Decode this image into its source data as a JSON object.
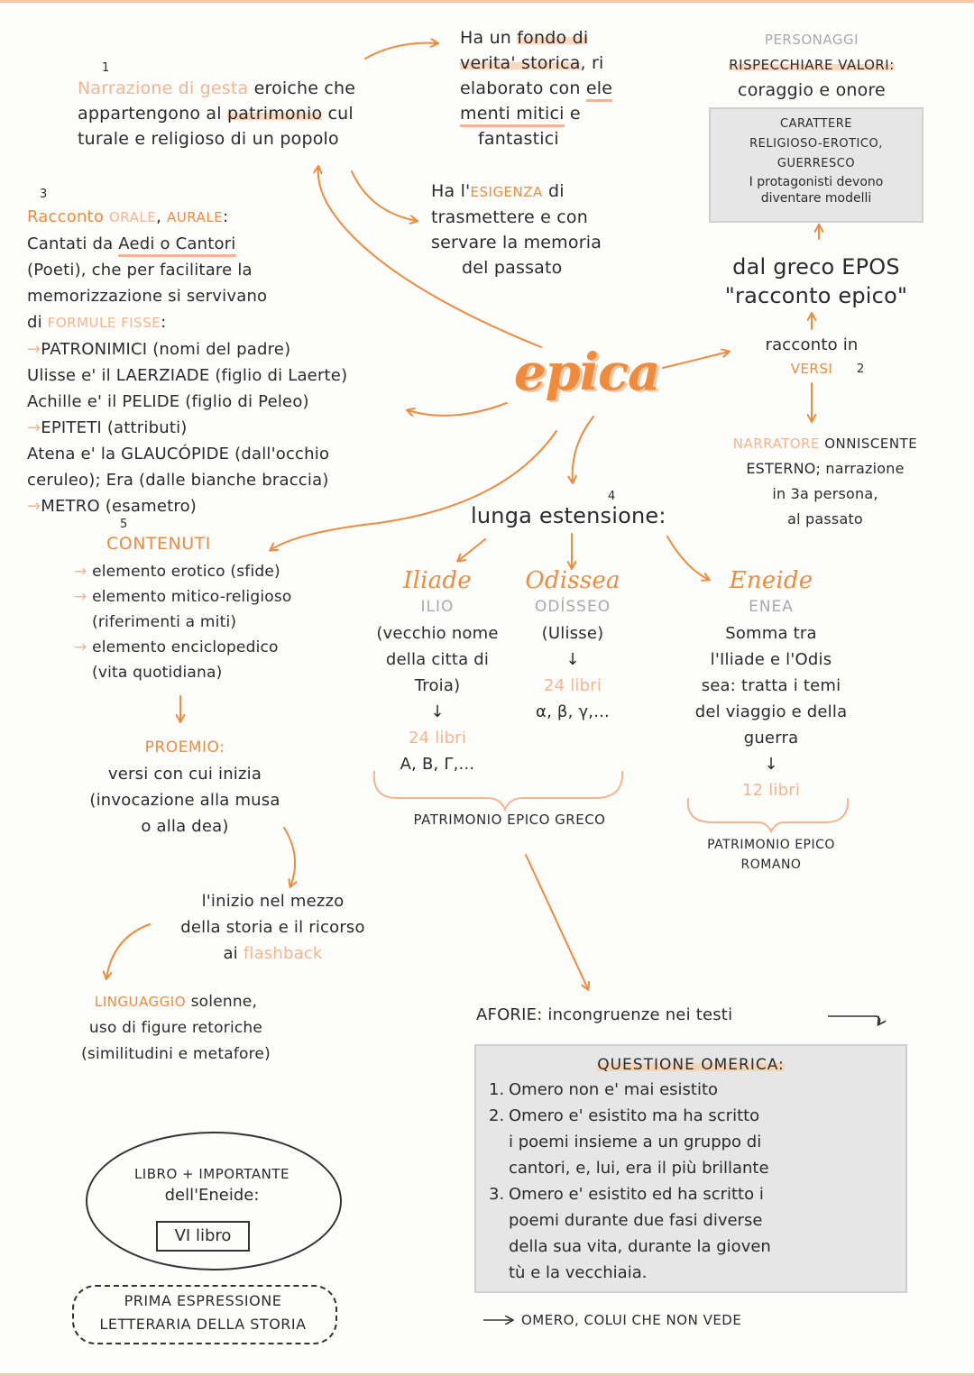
{
  "page": {
    "colors": {
      "accent": "#f08a3c",
      "accent_light": "#f6b48c",
      "grey_text": "#a9a9a9",
      "grey_box": "#e6e6e6",
      "ink": "#2b2b2b"
    }
  },
  "center": {
    "title": "epica"
  },
  "section1": {
    "number": "1",
    "highlight": "Narrazione di gesta",
    "line1_rest": " eroiche che",
    "line2_pre": "appartengono al ",
    "line2_ul": "patrimonio",
    "line2_post": " cul",
    "line3": "turale e religioso di un popolo"
  },
  "verita": {
    "line1_pre": "Ha un ",
    "line1_hl": "fondo di",
    "line2_hl": "verita' storica",
    "line2_post": ", ri",
    "line3_pre": "elaborato con ",
    "line3_ul": "ele",
    "line4_ul": "menti mitici",
    "line4_post": " e",
    "line5": "fantastici"
  },
  "esigenza": {
    "line1_pre": "Ha l'",
    "line1_or": "ESIGENZA",
    "line1_post": " di",
    "line2": "trasmettere e con",
    "line3": "servare la memoria",
    "line4": "del passato"
  },
  "personaggi": {
    "title": "PERSONAGGI",
    "subtitle": "RISPECCHIARE VALORI:",
    "values": "coraggio e onore",
    "box": {
      "line1": "CARATTERE",
      "line2": "RELIGIOSO-EROTICO,",
      "line3": "GUERRESCO",
      "line4": "I protagonisti devono",
      "line5": "diventare modelli"
    }
  },
  "epos": {
    "line1": "dal greco EPOS",
    "line2": "\"racconto epico\""
  },
  "versi": {
    "line1": "racconto in",
    "line2": "VERSI",
    "number": "2"
  },
  "narratore": {
    "line1_or": "NARRATORE",
    "line1_post": " ONNISCENTE",
    "line2": "ESTERNO; narrazione",
    "line3": "in 3a persona,",
    "line4": "al passato"
  },
  "section3": {
    "number": "3",
    "title_or": "Racconto",
    "title_orale": "ORALE",
    "title_sep": ", ",
    "title_aurale": "AURALE",
    "title_colon": ":",
    "line1_pre": "Cantati da ",
    "line1_ul": "Aedi o Cantori",
    "line2": "(Poeti), che per facilitare la",
    "line3": "memorizzazione si servivano",
    "line4_pre": "di ",
    "line4_or": "FORMULE FISSE",
    "line4_post": ":",
    "items": [
      {
        "arrow": "→",
        "text": "PATRONIMICI  (nomi del padre)"
      },
      {
        "arrow": "",
        "text": "Ulisse e' il LAERZIADE (figlio di Laerte)"
      },
      {
        "arrow": "",
        "text": "Achille e' il PELIDE (figlio di Peleo)"
      },
      {
        "arrow": "→",
        "text": "EPITETI (attributi)"
      },
      {
        "arrow": "",
        "text": "Atena e' la GLAUCÓPIDE (dall'occhio"
      },
      {
        "arrow": "",
        "text": "ceruleo); Era (dalle bianche braccia)"
      },
      {
        "arrow": "→",
        "text": "METRO (esametro)"
      }
    ]
  },
  "section4": {
    "number": "4",
    "title": "lunga estensione:"
  },
  "works": {
    "iliade": {
      "title": "Iliade",
      "sub": "ILIO",
      "desc1": "(vecchio nome",
      "desc2": "della citta di",
      "desc3": "Troia)",
      "arrow": "↓",
      "books": "24 libri",
      "letters": "A, B, Γ,..."
    },
    "odissea": {
      "title": "Odissea",
      "sub": "ODÍSSEO",
      "desc1": "(Ulisse)",
      "arrow": "↓",
      "books": "24 libri",
      "letters": "α, β, γ,..."
    },
    "eneide": {
      "title": "Eneide",
      "sub": "ENEA",
      "desc1": "Somma tra",
      "desc2": "l'Iliade e l'Odis",
      "desc3": "sea: tratta i temi",
      "desc4": "del viaggio e della",
      "desc5": "guerra",
      "arrow": "↓",
      "books": "12 libri"
    },
    "greek_heritage": "PATRIMONIO EPICO GRECO",
    "roman_heritage_1": "PATRIMONIO EPICO",
    "roman_heritage_2": "ROMANO"
  },
  "section5": {
    "number": "5",
    "title": "CONTENUTI",
    "items": [
      {
        "arrow": "→",
        "text": "elemento erotico (sfide)"
      },
      {
        "arrow": "→",
        "text": "elemento mitico-religioso"
      },
      {
        "arrow": "",
        "text": "(riferimenti a miti)"
      },
      {
        "arrow": "→",
        "text": "elemento enciclopedico"
      },
      {
        "arrow": "",
        "text": "(vita quotidiana)"
      }
    ]
  },
  "proemio": {
    "title": "PROEMIO:",
    "line1": "versi con cui inizia",
    "line2": "(invocazione alla musa",
    "line3": "o alla dea)"
  },
  "inizio": {
    "line1": "l'inizio nel mezzo",
    "line2": "della storia e il ricorso",
    "line3_pre": "ai ",
    "line3_or": "flashback"
  },
  "linguaggio": {
    "title_or": "LINGUAGGIO",
    "title_post": " solenne,",
    "line2": "uso di figure retoriche",
    "line3": "(similitudini e metafore)"
  },
  "aforie": {
    "label": "AFORIE: incongruenze nei testi"
  },
  "questione": {
    "title": "QUESTIONE OMERICA:",
    "items": [
      {
        "num": "1.",
        "lines": [
          "Omero non e' mai esistito"
        ]
      },
      {
        "num": "2.",
        "lines": [
          "Omero e' esistito ma ha scritto",
          "i poemi insieme a un gruppo di",
          "cantori, e, lui, era il più brillante"
        ]
      },
      {
        "num": "3.",
        "lines": [
          "Omero e' esistito ed ha scritto i",
          "poemi durante due fasi diverse",
          "della sua vita, durante la gioven",
          "tù e la vecchiaia."
        ]
      }
    ]
  },
  "omero_note": {
    "arrow": "⟶",
    "text": "OMERO, COLUI CHE NON VEDE"
  },
  "libro_importante": {
    "line1": "LIBRO + IMPORTANTE",
    "line2": "dell'Eneide:",
    "answer": "VI libro"
  },
  "prima_espressione": {
    "line1": "PRIMA ESPRESSIONE",
    "line2": "LETTERARIA DELLA STORIA"
  }
}
